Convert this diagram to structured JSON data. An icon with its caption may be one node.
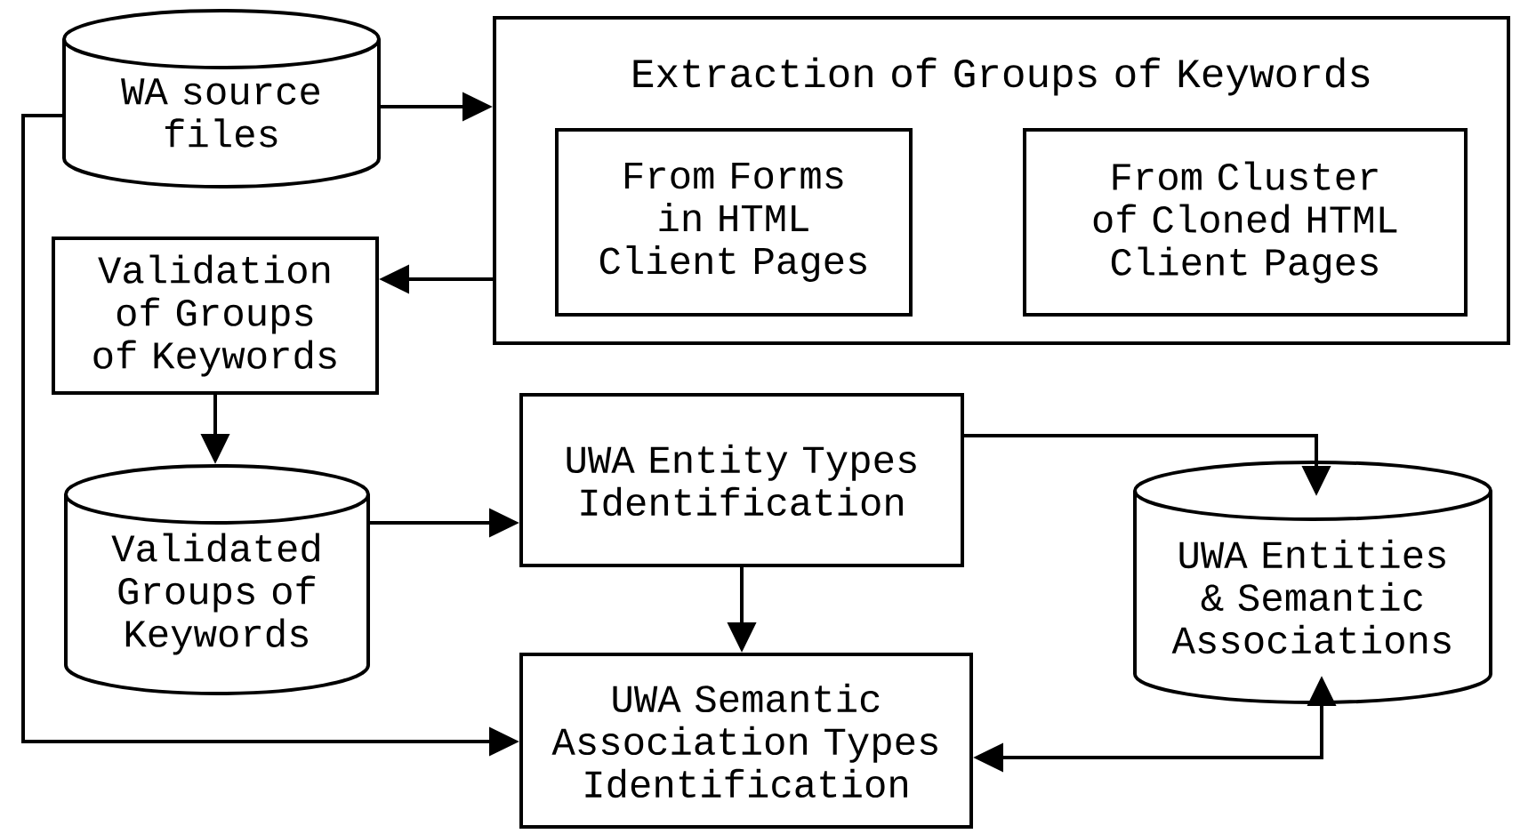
{
  "diagram": {
    "nodes": [
      {
        "text": [
          "WA source files"
        ]
      },
      {
        "text": [
          "Extraction of Groups of Keywords"
        ]
      },
      {
        "text": [
          "From Forms in HTML Client Pages"
        ],
        "in": 1
      },
      {
        "text": [
          "From Cluster of Cloned HTML Client Pages"
        ],
        "in": 1
      },
      {
        "text": [
          "Validation of Groups of Keywords"
        ]
      },
      {
        "text": [
          "Validated Groups of Keywords"
        ]
      },
      {
        "text": [
          "UWA Entity Types Identification"
        ]
      },
      {
        "text": [
          "UWA Entities & Semantic Associations"
        ]
      },
      {
        "text": [
          "UWA Semantic Association Types Identification"
        ]
      }
    ],
    "edges": [
      {
        "from": 0,
        "to": 1,
        "arrow": "to"
      },
      {
        "from": 1,
        "to": 4,
        "arrow": "to"
      },
      {
        "from": 4,
        "to": 5,
        "arrow": "to"
      },
      {
        "from": 5,
        "to": 6,
        "arrow": "to"
      },
      {
        "from": 6,
        "to": 8,
        "arrow": "to"
      },
      {
        "from": 6,
        "to": 7,
        "arrow": "to"
      },
      {
        "from": 0,
        "to": 8,
        "arrow": "to"
      },
      {
        "from": 8,
        "to": 7,
        "arrow": "both"
      }
    ]
  }
}
